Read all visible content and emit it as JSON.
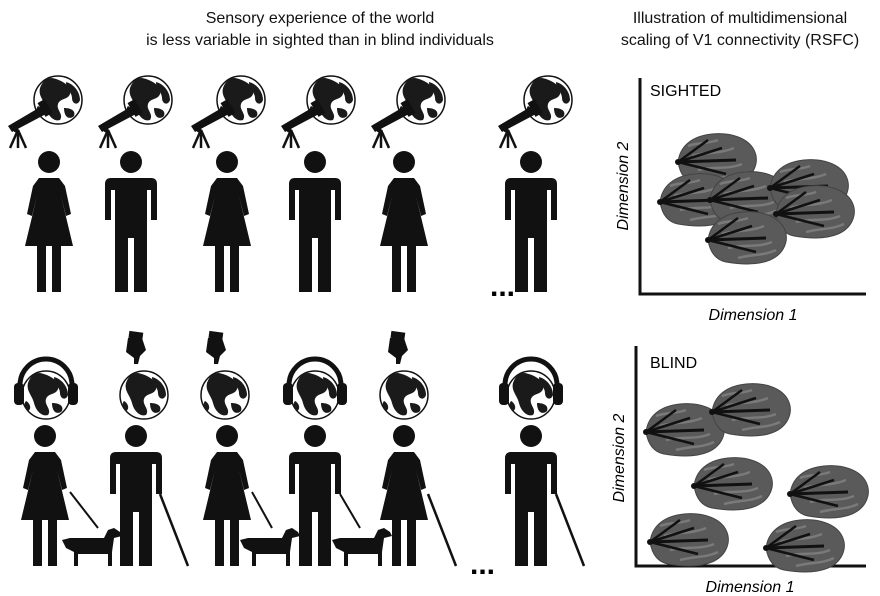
{
  "left_heading": {
    "line1": "Sensory experience of the world",
    "line2": "is less variable in sighted than in blind individuals"
  },
  "right_heading": {
    "line1": "Illustration of multidimensional",
    "line2": "scaling of V1 connectivity (RSFC)"
  },
  "ellipsis": "...",
  "sighted_row": {
    "people": [
      {
        "figure": "female",
        "sense_icon": "telescope-icon"
      },
      {
        "figure": "male",
        "sense_icon": "telescope-icon"
      },
      {
        "figure": "female",
        "sense_icon": "telescope-icon"
      },
      {
        "figure": "male",
        "sense_icon": "telescope-icon"
      },
      {
        "figure": "female",
        "sense_icon": "telescope-icon"
      },
      {
        "figure": "male",
        "sense_icon": "telescope-icon"
      }
    ]
  },
  "blind_row": {
    "people": [
      {
        "figure": "female",
        "sense_icon": "headphones-icon",
        "aid": "guide-dog-icon"
      },
      {
        "figure": "male",
        "sense_icon": "pointing-hand-icon",
        "aid": "white-cane-icon"
      },
      {
        "figure": "female",
        "sense_icon": "pointing-hand-icon",
        "aid": "guide-dog-icon"
      },
      {
        "figure": "male",
        "sense_icon": "headphones-icon",
        "aid": "guide-dog-icon"
      },
      {
        "figure": "female",
        "sense_icon": "pointing-hand-icon",
        "aid": "white-cane-icon"
      },
      {
        "figure": "male",
        "sense_icon": "headphones-icon",
        "aid": "white-cane-icon"
      }
    ]
  },
  "plots": {
    "sighted": {
      "label": "SIGHTED",
      "xlabel": "Dimension 1",
      "ylabel": "Dimension 2",
      "brain_count": 6
    },
    "blind": {
      "label": "BLIND",
      "xlabel": "Dimension 1",
      "ylabel": "Dimension 2",
      "brain_count": 6
    }
  },
  "colors": {
    "ink": "#111111",
    "brain": "#5a5a5a",
    "globe_land": "#1a1a1a"
  }
}
